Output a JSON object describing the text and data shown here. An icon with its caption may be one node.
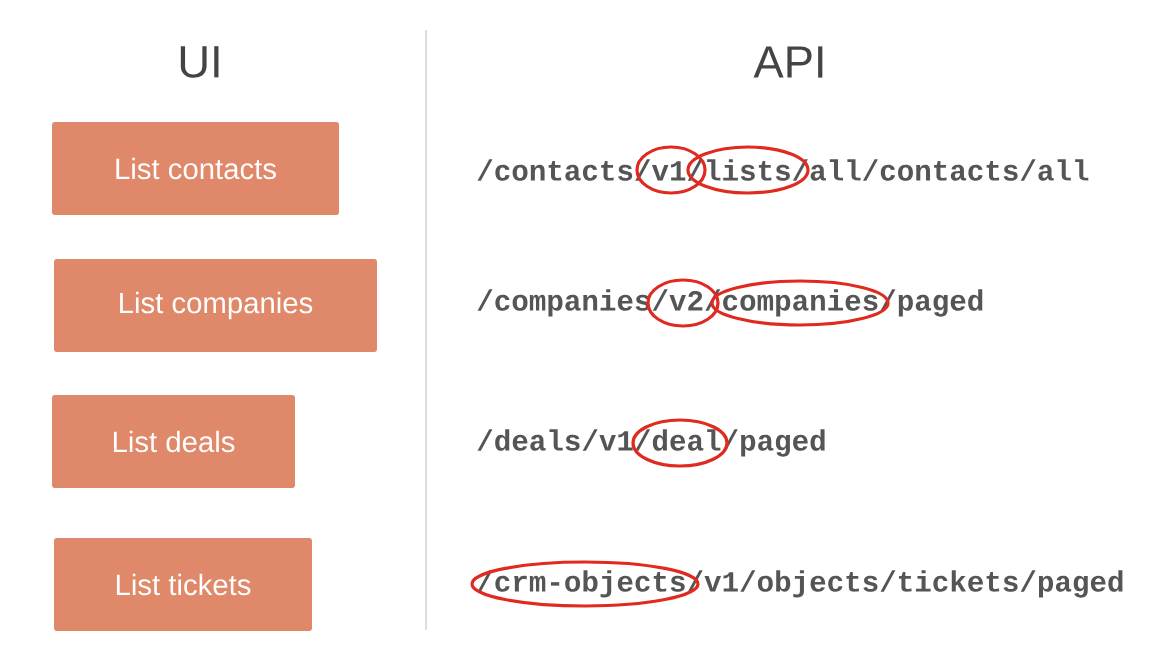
{
  "diagram": {
    "nodes": [
      {
        "text": [
          "List contacts"
        ]
      },
      {
        "text": [
          "List companies"
        ]
      },
      {
        "text": [
          "List deals"
        ]
      },
      {
        "text": [
          "List tickets"
        ]
      }
    ],
    "labels": [
      "UI",
      "API",
      "/contacts/v1/lists/all/contacts/all",
      "/companies/v2/companies/paged",
      "/deals/v1/deal/paged",
      "/crm-objects/v1/objects/tickets/paged"
    ]
  }
}
